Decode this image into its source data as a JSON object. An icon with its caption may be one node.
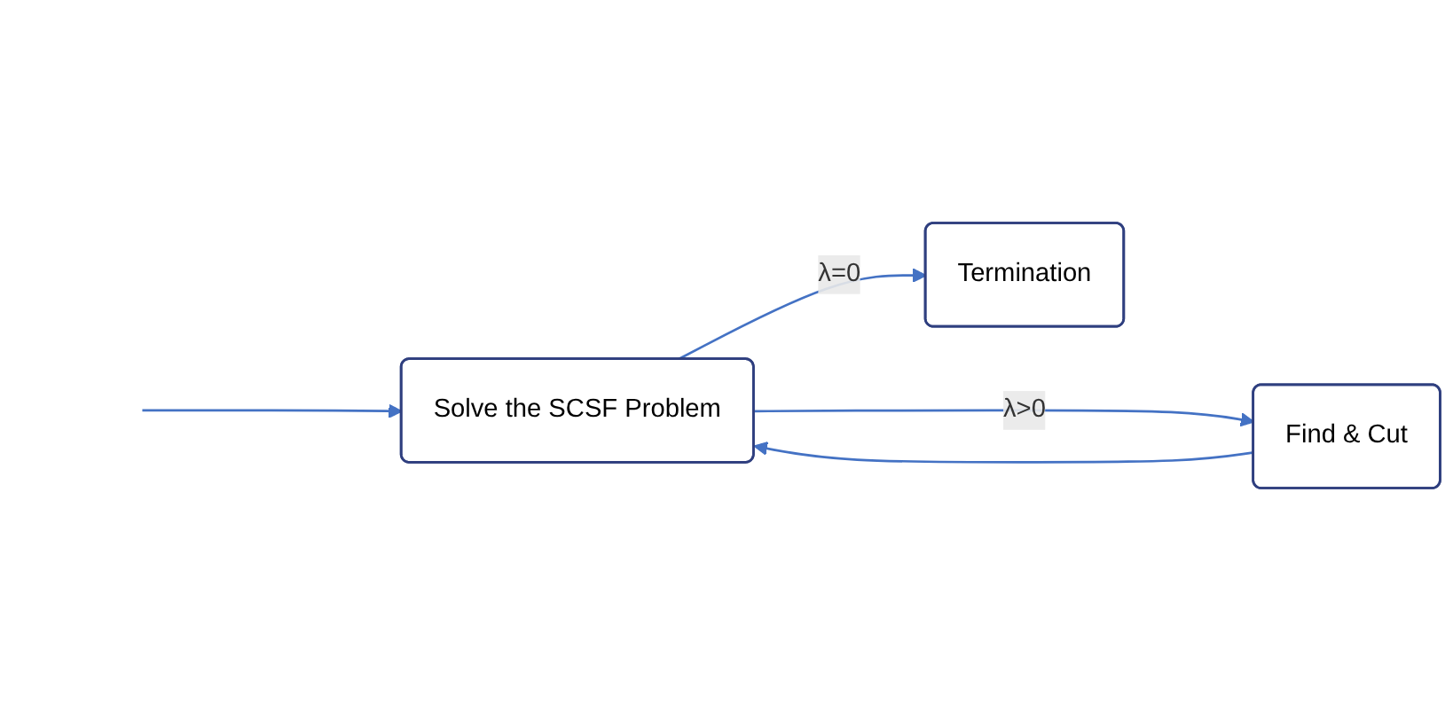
{
  "diagram": {
    "nodes": [
      {
        "text": [
          "Solve the SCSF Problem"
        ]
      },
      {
        "text": [
          "Termination"
        ]
      },
      {
        "text": [
          "Find & Cut"
        ]
      }
    ],
    "edges": [
      {
        "from": null,
        "to": 0,
        "arrow": "to"
      },
      {
        "from": 0,
        "to": 1,
        "label": "λ=0",
        "arrow": "to"
      },
      {
        "from": 0,
        "to": 2,
        "label": "λ>0",
        "arrow": "to"
      },
      {
        "from": 2,
        "to": 0,
        "arrow": "to"
      }
    ]
  }
}
